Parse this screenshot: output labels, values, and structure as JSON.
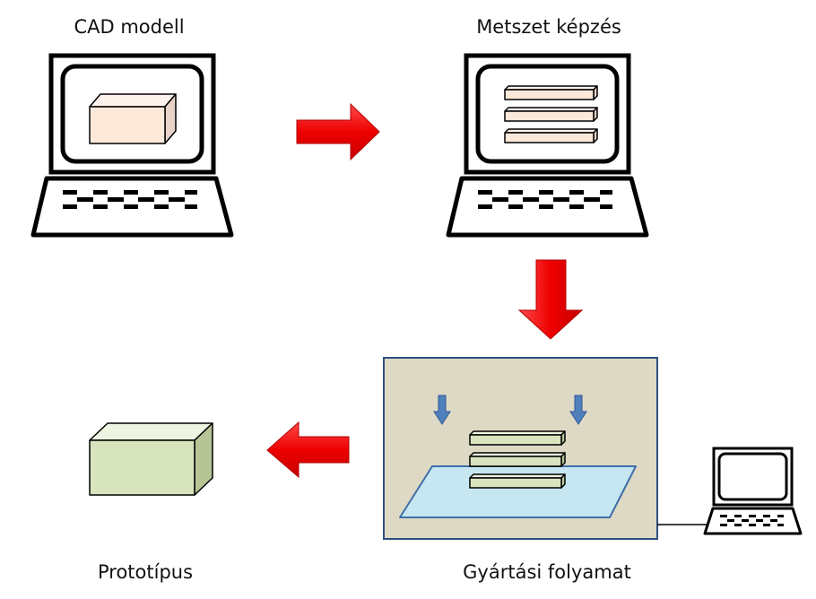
{
  "labels": {
    "cad_model": "CAD modell",
    "slicing": "Metszet képzés",
    "prototype": "Prototípus",
    "manufacturing": "Gyártási folyamat"
  },
  "colors": {
    "flow_arrow": "#ff0000",
    "press_arrow": "#4f81bd",
    "cad_box_front": "#fde9d9",
    "prototype_front": "#d7e4bd",
    "machine_bg": "#ddd9c4",
    "build_plate": "#c6e6f2",
    "machine_border": "#2f4f7f"
  }
}
